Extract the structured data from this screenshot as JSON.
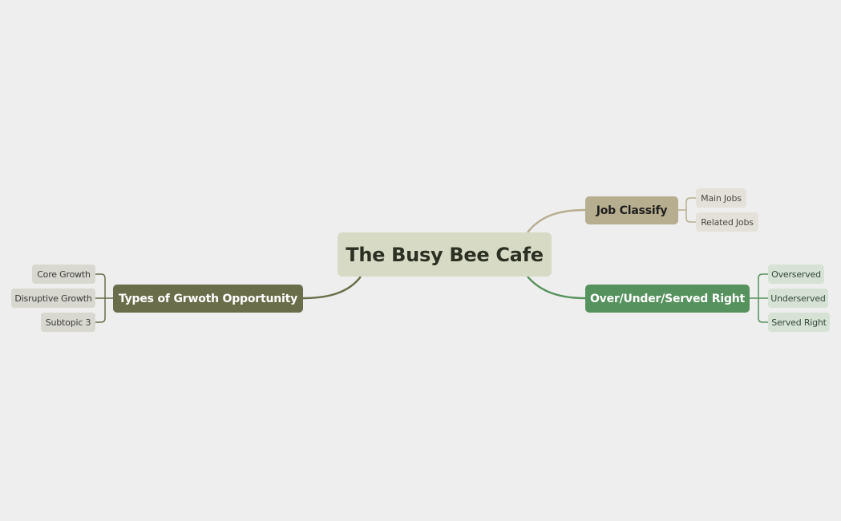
{
  "central_topic": {
    "label": "The Busy Bee Cafe"
  },
  "branches": {
    "growth": {
      "label": "Types of Grwoth Opportunity",
      "color": "#6a6d4a",
      "children": [
        "Core Growth",
        "Disruptive Growth",
        "Subtopic 3"
      ]
    },
    "job": {
      "label": "Job Classify",
      "color": "#b7ad8f",
      "children": [
        "Main Jobs",
        "Related Jobs"
      ]
    },
    "served": {
      "label": "Over/Under/Served Right",
      "color": "#56925e",
      "children": [
        "Overserved",
        "Underserved",
        "Served Right"
      ]
    }
  }
}
